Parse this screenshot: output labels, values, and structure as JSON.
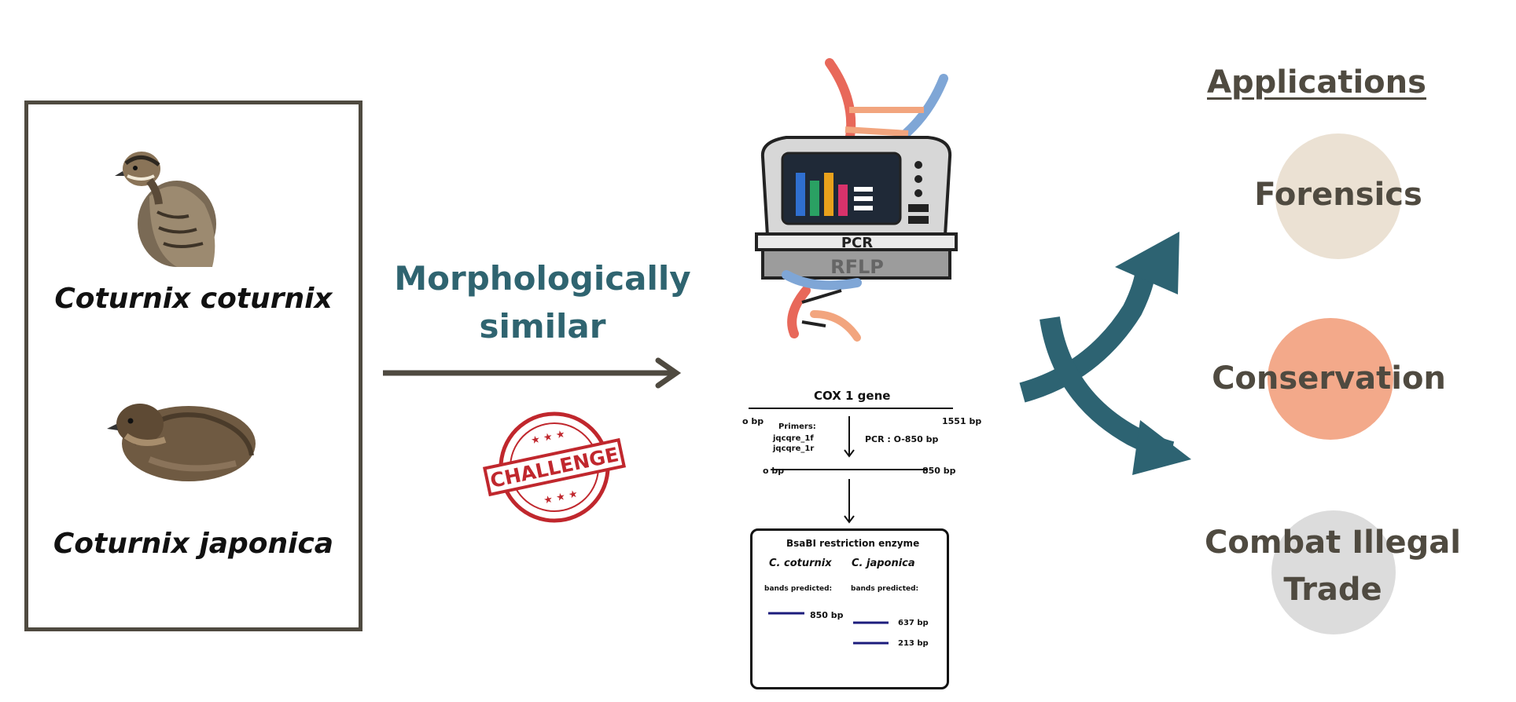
{
  "species": [
    {
      "name": "Coturnix coturnix"
    },
    {
      "name": "Coturnix japonica"
    }
  ],
  "middle": {
    "text_line1": "Morphologically",
    "text_line2": "similar",
    "stamp_text": "CHALLENGE"
  },
  "machine": {
    "label_top": "PCR",
    "label_bottom": "RFLP"
  },
  "gene_diagram": {
    "title": "COX 1 gene",
    "start": "o bp",
    "end": "1551 bp",
    "primers_label": "Primers:",
    "primer_f": "jqcqre_1f",
    "primer_r": "jqcqre_1r",
    "pcr_label": "PCR : O-850 bp",
    "amplicon_start": "o bp",
    "amplicon_end": "850 bp",
    "enzyme_title": "BsaBI restriction enzyme",
    "col1_species": "C. coturnix",
    "col2_species": "C. japonica",
    "col1_predicted": "bands predicted:",
    "col2_predicted": "bands predicted:",
    "col1_bands": [
      "850 bp"
    ],
    "col2_bands": [
      "637 bp",
      "213 bp"
    ]
  },
  "applications": {
    "title": "Applications",
    "items": [
      {
        "label": "Forensics",
        "color": "#ebe1d3"
      },
      {
        "label": "Conservation",
        "color": "#f3a98a"
      },
      {
        "label_line1": "Combat Illegal",
        "label_line2": "Trade",
        "color": "#dcdcdc"
      }
    ]
  },
  "colors": {
    "arrow": "#4f4a40",
    "curved_arrows": "#2d6372",
    "title_teal": "#2f6470",
    "stamp_red": "#c0272d"
  }
}
